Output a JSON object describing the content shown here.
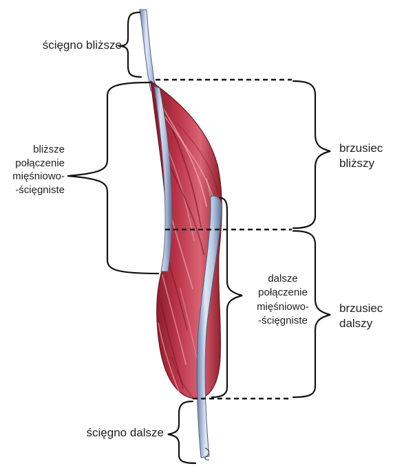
{
  "labels": {
    "proximal_tendon": "ścięgno bliższe",
    "distal_tendon": "ścięgno dalsze",
    "proximal_junction": [
      "bliższe",
      "połączenie",
      "mięśniowo-",
      "-ścięgniste"
    ],
    "distal_junction": [
      "dalsze",
      "połączenie",
      "mięśniowo-",
      "-ścięgniste"
    ],
    "proximal_belly": [
      "brzusiec",
      "bliższy"
    ],
    "distal_belly": [
      "brzusiec",
      "dalszy"
    ]
  },
  "colors": {
    "muscle_dark": "#8e1f2c",
    "muscle_mid": "#c23b4c",
    "muscle_light": "#e99aa3",
    "tendon_fill": "#c9d6ea",
    "tendon_edge": "#5c6f96",
    "bracket": "#111111"
  }
}
